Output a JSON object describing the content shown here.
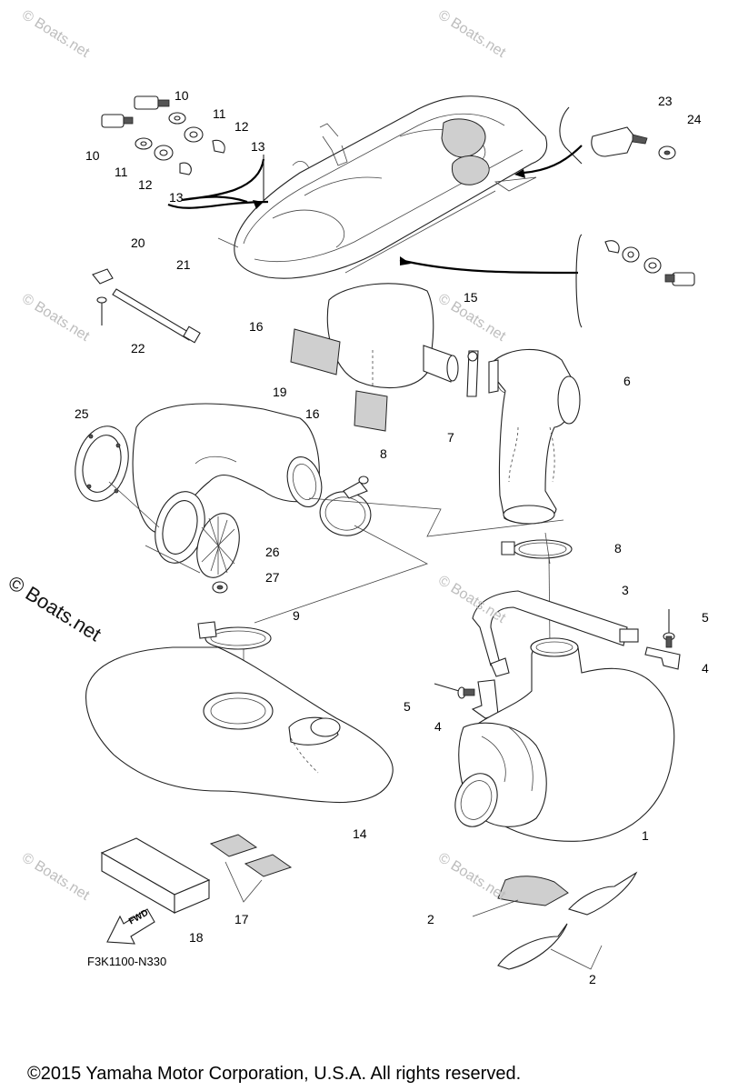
{
  "watermarks": [
    "© Boats.net",
    "© Boats.net",
    "© Boats.net",
    "© Boats.net",
    "© Boats.net",
    "© Boats.net",
    "© Boats.net"
  ],
  "watermark_main": "© Boats.net",
  "diagram_code": "F3K1100-N330",
  "fwd_label": "FWD",
  "copyright": "©2015 Yamaha Motor Corporation, U.S.A. All rights reserved.",
  "callouts": [
    "10",
    "11",
    "12",
    "13",
    "10",
    "11",
    "12",
    "13",
    "23",
    "24",
    "20",
    "21",
    "22",
    "15",
    "16",
    "16",
    "6",
    "7",
    "19",
    "25",
    "8",
    "26",
    "27",
    "8",
    "9",
    "3",
    "5",
    "4",
    "5",
    "4",
    "14",
    "1",
    "17",
    "18",
    "2",
    "2"
  ]
}
